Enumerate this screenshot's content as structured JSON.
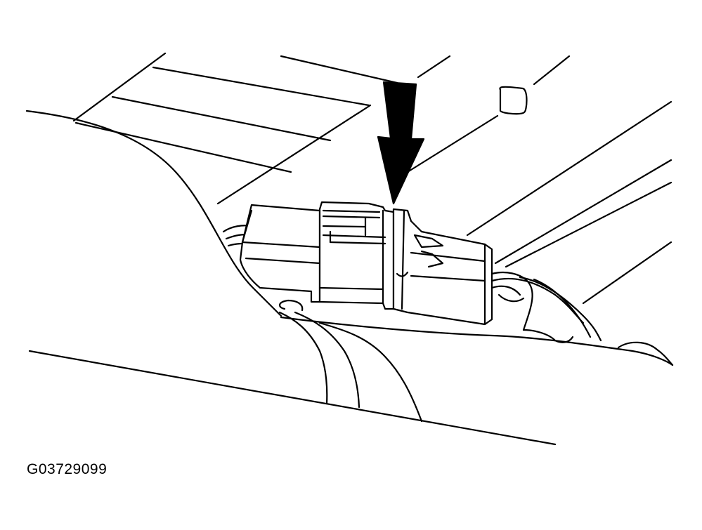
{
  "figure": {
    "code": "G03729099",
    "colors": {
      "line": "#000000",
      "background": "#ffffff"
    },
    "callouts": [
      {
        "name": "down-arrow",
        "points_to": "connector-latch"
      }
    ]
  }
}
